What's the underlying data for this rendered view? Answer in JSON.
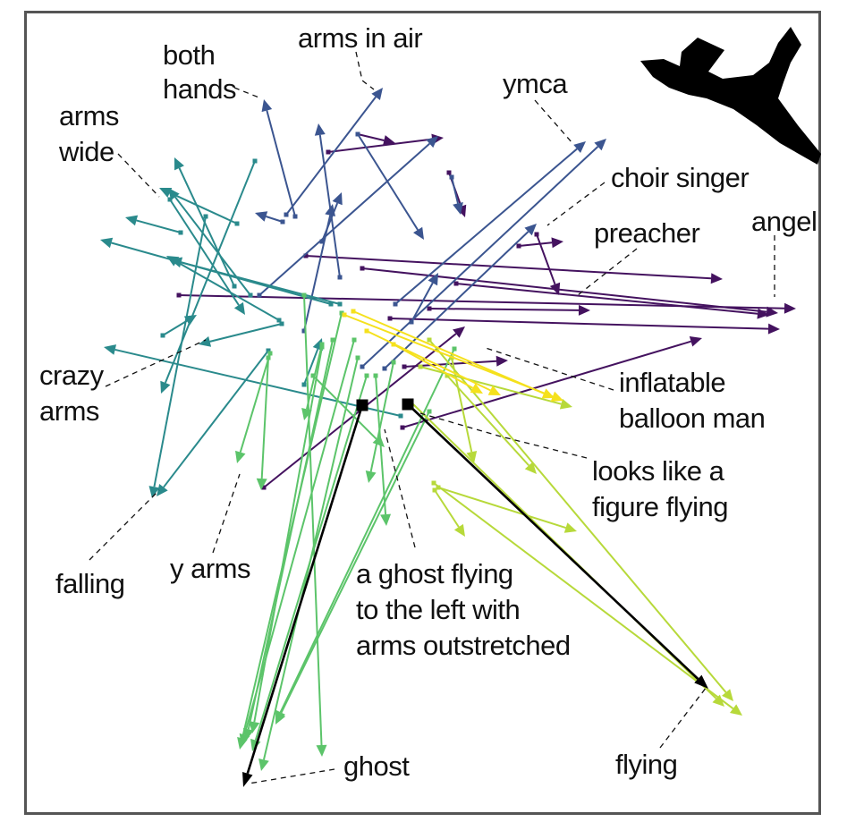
{
  "labels": {
    "arms_in_air": "arms in air",
    "both_hands": [
      "both",
      "hands"
    ],
    "ymca": "ymca",
    "arms_wide": [
      "arms",
      "wide"
    ],
    "choir_singer": "choir singer",
    "preacher": "preacher",
    "angel": "angel",
    "crazy_arms": [
      "crazy",
      "arms"
    ],
    "inflatable_balloon_man": [
      "inflatable",
      "balloon man"
    ],
    "looks_like_a_figure_flying": [
      "looks like a",
      "figure flying"
    ],
    "falling": "falling",
    "y_arms": "y arms",
    "a_ghost_flying": [
      "a ghost flying",
      "to the left with",
      "arms outstretched"
    ],
    "ghost": "ghost",
    "flying": "flying"
  },
  "colors": {
    "purple": "#44125f",
    "indigo": "#3b5590",
    "teal": "#2a8a8c",
    "green": "#5cc46a",
    "lime": "#b7d93a",
    "yellow": "#f5e11d",
    "black": "#000000",
    "frame": "#555555"
  },
  "icon": "flying-ghost-silhouette-icon"
}
